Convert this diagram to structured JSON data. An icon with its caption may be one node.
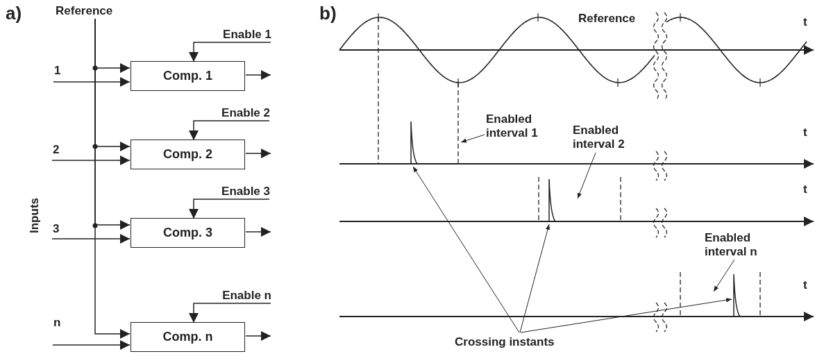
{
  "diagram": {
    "nodes": [
      {
        "text": [
          "Comp. 1"
        ]
      },
      {
        "text": [
          "Comp. 2"
        ]
      },
      {
        "text": [
          "Comp. 3"
        ]
      },
      {
        "text": [
          "Comp. n"
        ]
      },
      {
        "text": [
          "1"
        ]
      },
      {
        "text": [
          "2"
        ]
      },
      {
        "text": [
          "3"
        ]
      },
      {
        "text": [
          "n"
        ]
      },
      {
        "text": [
          "Reference"
        ]
      },
      {
        "text": [
          "Enable 1"
        ]
      },
      {
        "text": [
          "Enable 2"
        ]
      },
      {
        "text": [
          "Enable 3"
        ]
      },
      {
        "text": [
          "Enable n"
        ]
      },
      {
        "text": [
          "Enabled interval 1"
        ]
      },
      {
        "text": [
          "Enabled interval 2"
        ]
      },
      {
        "text": [
          "Enabled interval n"
        ]
      },
      {
        "text": [
          "Crossing instants"
        ]
      }
    ],
    "edges": [
      {
        "from": 8,
        "to": 0,
        "arrow": "to"
      },
      {
        "from": 8,
        "to": 1,
        "arrow": "to"
      },
      {
        "from": 8,
        "to": 2,
        "arrow": "to"
      },
      {
        "from": 8,
        "to": 3,
        "arrow": "to"
      },
      {
        "from": 4,
        "to": 0,
        "arrow": "to"
      },
      {
        "from": 5,
        "to": 1,
        "arrow": "to"
      },
      {
        "from": 6,
        "to": 2,
        "arrow": "to"
      },
      {
        "from": 7,
        "to": 3,
        "arrow": "to"
      },
      {
        "from": 9,
        "to": 0,
        "arrow": "to"
      },
      {
        "from": 10,
        "to": 1,
        "arrow": "to"
      },
      {
        "from": 11,
        "to": 2,
        "arrow": "to"
      },
      {
        "from": 12,
        "to": 3,
        "arrow": "to"
      },
      {
        "from": 0,
        "to": null,
        "arrow": "to"
      },
      {
        "from": 1,
        "to": null,
        "arrow": "to"
      },
      {
        "from": 2,
        "to": null,
        "arrow": "to"
      },
      {
        "from": 3,
        "to": null,
        "arrow": "to"
      },
      {
        "from": 13,
        "to": null,
        "arrow": "to"
      },
      {
        "from": 14,
        "to": null,
        "arrow": "to"
      },
      {
        "from": 15,
        "to": null,
        "arrow": "to"
      },
      {
        "from": 16,
        "to": null,
        "arrow": "to"
      },
      {
        "from": 16,
        "to": null,
        "arrow": "to"
      },
      {
        "from": 16,
        "to": null,
        "arrow": "to"
      }
    ],
    "labels": [
      "a)",
      "Inputs",
      "b)",
      "Reference",
      "t",
      "t",
      "t",
      "t"
    ]
  }
}
